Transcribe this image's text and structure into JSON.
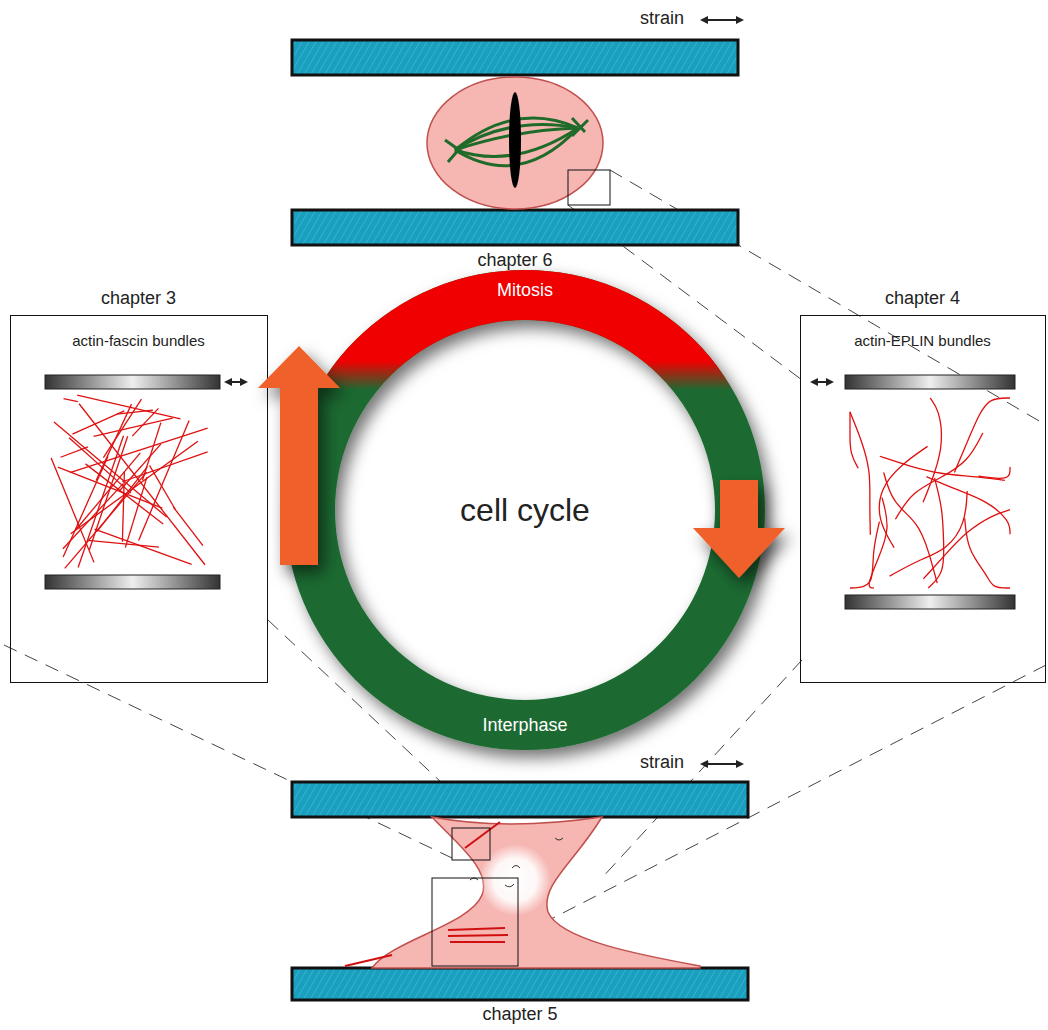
{
  "diagram": {
    "nodes": [
      {
        "text": [
          "chapter 3",
          "actin-fascin bundles"
        ]
      },
      {
        "text": [
          "Mitosis",
          "cell cycle",
          "Interphase"
        ]
      },
      {
        "text": [
          "chapter 4",
          "actin-EPLIN bundles"
        ]
      }
    ],
    "labels": [
      "strain",
      "chapter 6",
      "strain",
      "chapter 5"
    ]
  }
}
